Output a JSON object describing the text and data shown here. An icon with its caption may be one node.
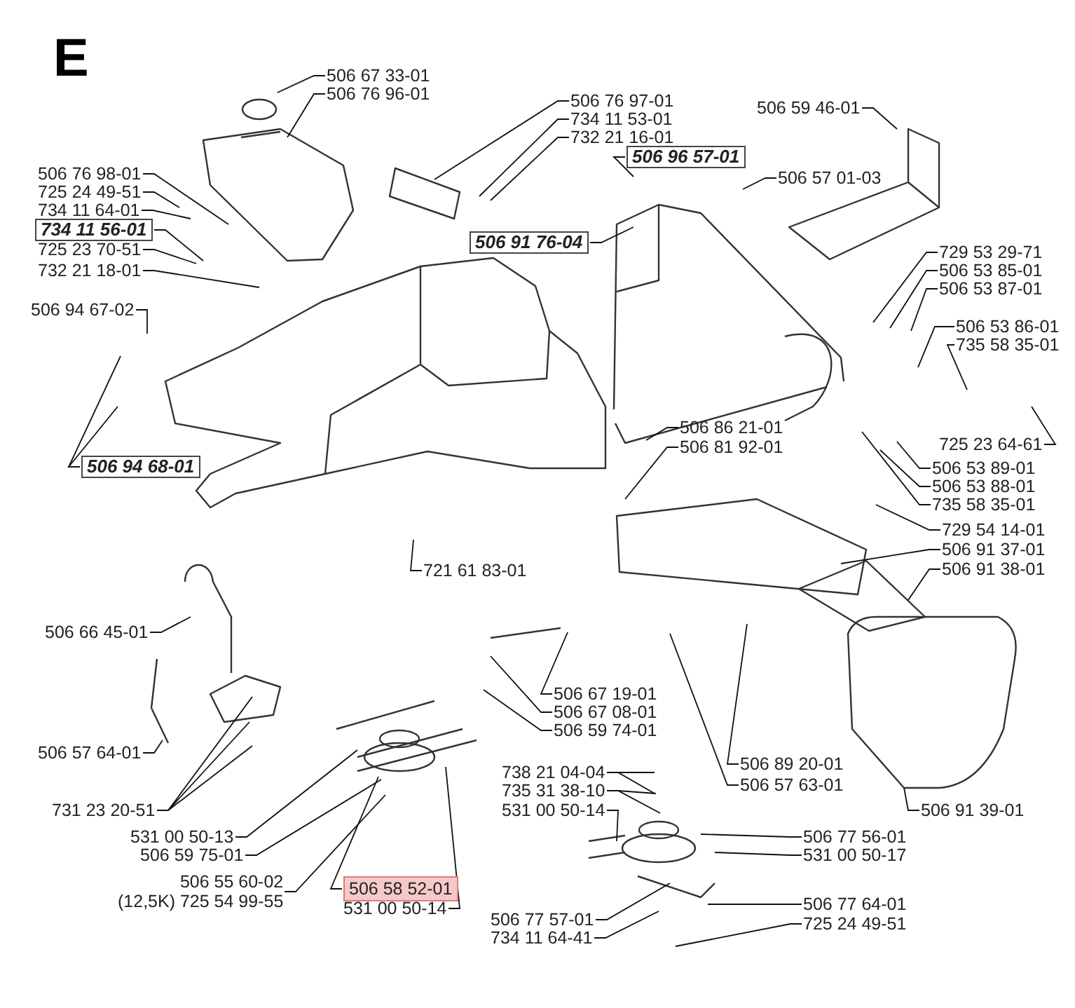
{
  "diagram": {
    "title": "E",
    "nodes": [
      {
        "text": [
          "506 67 33-01"
        ]
      },
      {
        "text": [
          "506 76 96-01"
        ]
      },
      {
        "text": [
          "506 76 98-01"
        ]
      },
      {
        "text": [
          "725 24 49-51"
        ]
      },
      {
        "text": [
          "734 11 64-01"
        ]
      },
      {
        "text": [
          "734 11 56-01"
        ]
      },
      {
        "text": [
          "725 23 70-51"
        ]
      },
      {
        "text": [
          "732 21 18-01"
        ]
      },
      {
        "text": [
          "506 94 67-02"
        ]
      },
      {
        "text": [
          "506 94 68-01"
        ]
      },
      {
        "text": [
          "506 76 97-01"
        ]
      },
      {
        "text": [
          "734 11 53-01"
        ]
      },
      {
        "text": [
          "732 21 16-01"
        ]
      },
      {
        "text": [
          "506 96 57-01"
        ]
      },
      {
        "text": [
          "506 59 46-01"
        ]
      },
      {
        "text": [
          "506 57 01-03"
        ]
      },
      {
        "text": [
          "506 91 76-04"
        ]
      },
      {
        "text": [
          "729 53 29-71"
        ]
      },
      {
        "text": [
          "506 53 85-01"
        ]
      },
      {
        "text": [
          "506 53 87-01"
        ]
      },
      {
        "text": [
          "506 53 86-01"
        ]
      },
      {
        "text": [
          "735 58 35-01"
        ]
      },
      {
        "text": [
          "725 23 64-61"
        ]
      },
      {
        "text": [
          "506 86 21-01"
        ]
      },
      {
        "text": [
          "506 81 92-01"
        ]
      },
      {
        "text": [
          "506 53 89-01"
        ]
      },
      {
        "text": [
          "506 53 88-01"
        ]
      },
      {
        "text": [
          "735 58 35-01"
        ]
      },
      {
        "text": [
          "729 54 14-01"
        ]
      },
      {
        "text": [
          "506 91 37-01"
        ]
      },
      {
        "text": [
          "506 91 38-01"
        ]
      },
      {
        "text": [
          "721 61 83-01"
        ]
      },
      {
        "text": [
          "506 66 45-01"
        ]
      },
      {
        "text": [
          "506 57 64-01"
        ]
      },
      {
        "text": [
          "731 23 20-51"
        ]
      },
      {
        "text": [
          "506 67 19-01"
        ]
      },
      {
        "text": [
          "506 67 08-01"
        ]
      },
      {
        "text": [
          "506 59 74-01"
        ]
      },
      {
        "text": [
          "738 21 04-04"
        ]
      },
      {
        "text": [
          "735 31 38-10"
        ]
      },
      {
        "text": [
          "531 00 50-14"
        ]
      },
      {
        "text": [
          "506 77 56-01"
        ]
      },
      {
        "text": [
          "531 00 50-17"
        ]
      },
      {
        "text": [
          "506 89 20-01"
        ]
      },
      {
        "text": [
          "506 57 63-01"
        ]
      },
      {
        "text": [
          "506 91 39-01"
        ]
      },
      {
        "text": [
          "531 00 50-13"
        ]
      },
      {
        "text": [
          "506 59 75-01"
        ]
      },
      {
        "text": [
          "506 55 60-02",
          "(12,5K) 725 54 99-55"
        ]
      },
      {
        "text": [
          "506 58 52-01"
        ]
      },
      {
        "text": [
          "531 00 50-14"
        ]
      },
      {
        "text": [
          "506 77 57-01"
        ]
      },
      {
        "text": [
          "734 11 64-41"
        ]
      },
      {
        "text": [
          "725 24 49-51"
        ]
      },
      {
        "text": [
          "506 77 64-01"
        ]
      }
    ],
    "edges": [
      {
        "from": 0,
        "to": null,
        "arrow": "none"
      },
      {
        "from": 1,
        "to": null,
        "arrow": "none"
      },
      {
        "from": 2,
        "to": null,
        "arrow": "none"
      },
      {
        "from": 3,
        "to": null,
        "arrow": "none"
      },
      {
        "from": 4,
        "to": null,
        "arrow": "none"
      },
      {
        "from": 5,
        "to": null,
        "arrow": "none"
      },
      {
        "from": 6,
        "to": null,
        "arrow": "none"
      },
      {
        "from": 7,
        "to": null,
        "arrow": "none"
      },
      {
        "from": 8,
        "to": null,
        "arrow": "none"
      },
      {
        "from": 9,
        "to": null,
        "arrow": "none"
      },
      {
        "from": 9,
        "to": null,
        "arrow": "none"
      },
      {
        "from": 10,
        "to": null,
        "arrow": "none"
      },
      {
        "from": 11,
        "to": null,
        "arrow": "none"
      },
      {
        "from": 12,
        "to": null,
        "arrow": "none"
      },
      {
        "from": 13,
        "to": null,
        "arrow": "none"
      },
      {
        "from": 14,
        "to": null,
        "arrow": "none"
      },
      {
        "from": 15,
        "to": null,
        "arrow": "none"
      },
      {
        "from": 16,
        "to": null,
        "arrow": "none"
      },
      {
        "from": 17,
        "to": null,
        "arrow": "none"
      },
      {
        "from": 18,
        "to": null,
        "arrow": "none"
      },
      {
        "from": 19,
        "to": null,
        "arrow": "none"
      },
      {
        "from": 20,
        "to": null,
        "arrow": "none"
      },
      {
        "from": 21,
        "to": null,
        "arrow": "none"
      },
      {
        "from": 22,
        "to": null,
        "arrow": "none"
      },
      {
        "from": 23,
        "to": null,
        "arrow": "none"
      },
      {
        "from": 24,
        "to": null,
        "arrow": "none"
      },
      {
        "from": 25,
        "to": null,
        "arrow": "none"
      },
      {
        "from": 26,
        "to": null,
        "arrow": "none"
      },
      {
        "from": 27,
        "to": null,
        "arrow": "none"
      },
      {
        "from": 28,
        "to": null,
        "arrow": "none"
      },
      {
        "from": 29,
        "to": null,
        "arrow": "none"
      },
      {
        "from": 30,
        "to": null,
        "arrow": "none"
      },
      {
        "from": 31,
        "to": null,
        "arrow": "none"
      },
      {
        "from": 32,
        "to": null,
        "arrow": "none"
      },
      {
        "from": 33,
        "to": null,
        "arrow": "none"
      },
      {
        "from": 34,
        "to": null,
        "arrow": "none"
      },
      {
        "from": 34,
        "to": null,
        "arrow": "none"
      },
      {
        "from": 34,
        "to": null,
        "arrow": "none"
      },
      {
        "from": 35,
        "to": null,
        "arrow": "none"
      },
      {
        "from": 36,
        "to": null,
        "arrow": "none"
      },
      {
        "from": 37,
        "to": null,
        "arrow": "none"
      },
      {
        "from": 38,
        "to": null,
        "arrow": "none"
      },
      {
        "from": 38,
        "to": null,
        "arrow": "none"
      },
      {
        "from": 39,
        "to": null,
        "arrow": "none"
      },
      {
        "from": 39,
        "to": null,
        "arrow": "none"
      },
      {
        "from": 40,
        "to": null,
        "arrow": "none"
      },
      {
        "from": 41,
        "to": null,
        "arrow": "none"
      },
      {
        "from": 42,
        "to": null,
        "arrow": "none"
      },
      {
        "from": 43,
        "to": null,
        "arrow": "none"
      },
      {
        "from": 44,
        "to": null,
        "arrow": "none"
      },
      {
        "from": 45,
        "to": null,
        "arrow": "none"
      },
      {
        "from": 46,
        "to": null,
        "arrow": "none"
      },
      {
        "from": 47,
        "to": null,
        "arrow": "none"
      },
      {
        "from": 48,
        "to": null,
        "arrow": "none"
      },
      {
        "from": 49,
        "to": null,
        "arrow": "none"
      },
      {
        "from": 50,
        "to": null,
        "arrow": "none"
      },
      {
        "from": 51,
        "to": null,
        "arrow": "none"
      },
      {
        "from": 52,
        "to": null,
        "arrow": "none"
      },
      {
        "from": 53,
        "to": null,
        "arrow": "none"
      },
      {
        "from": 54,
        "to": null,
        "arrow": "none"
      }
    ]
  }
}
